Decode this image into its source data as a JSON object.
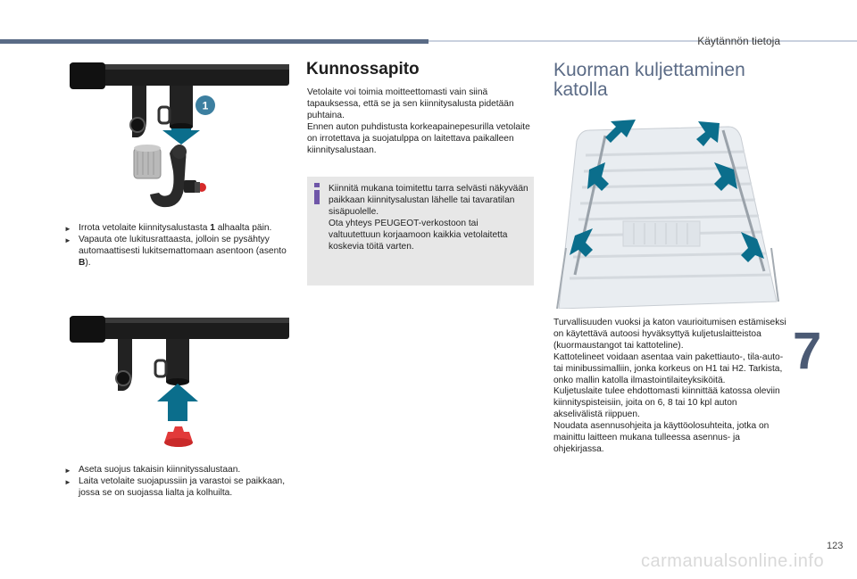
{
  "header": {
    "section_title": "Käytännön tietoja",
    "chapter_number": "7",
    "page_number": "123"
  },
  "footer": {
    "watermark": "carmanualsonline.info"
  },
  "left_column": {
    "figure1_callout": "1",
    "bullets1": [
      {
        "before": "Irrota vetolaite kiinnitysalustasta ",
        "bold": "1",
        "after": " alhaalta päin."
      },
      {
        "before": "Vapauta ote lukitusrattaasta, jolloin se pysähtyy automaattisesti lukitsemattomaan asentoon (asento ",
        "bold": "B",
        "after": ")."
      }
    ],
    "bullets2": [
      "Aseta suojus takaisin kiinnityssalustaan.",
      "Laita vetolaite suojapussiin ja varastoi se paikkaan, jossa se on suojassa lialta ja kolhuilta."
    ]
  },
  "middle_column": {
    "title": "Kunnossapito",
    "paragraphs": [
      "Vetolaite voi toimia moitteettomasti vain siinä tapauksessa, että se ja sen kiinnitysalusta pidetään puhtaina.",
      "Ennen auton puhdistusta korkeapainepesurilla vetolaite on irrotettava ja suojatulppa on laitettava paikalleen kiinnitysalustaan."
    ],
    "info_box": [
      "Kiinnitä mukana toimitettu tarra selvästi näkyvään paikkaan kiinnitysalustan lähelle tai tavaratilan sisäpuolelle.",
      "Ota yhteys PEUGEOT-verkostoon tai valtuutettuun korjaamoon kaikkia vetolaitetta koskevia töitä varten."
    ]
  },
  "right_column": {
    "title_line1": "Kuorman kuljettaminen",
    "title_line2": "katolla",
    "paragraphs": [
      "Turvallisuuden vuoksi ja katon vaurioitumisen estämiseksi on käytettävä autoosi hyväksyttyä kuljetuslaitteistoa (kuormaustangot tai kattoteline).",
      "Kattotelineet voidaan asentaa vain pakettiauto-, tila-auto- tai minibussimalliin, jonka korkeus on H1 tai H2. Tarkista, onko mallin katolla ilmastointilaiteyksiköitä.",
      "Kuljetuslaite tulee ehdottomasti kiinnittää katossa oleviin kiinnityspisteisiin, joita on 6, 8 tai 10 kpl auton akselivälistä riippuen.",
      "Noudata asennusohjeita ja käyttöolosuhteita, jotka on mainittu laitteen mukana tulleessa asennus- ja ohjekirjassa."
    ]
  },
  "colors": {
    "accent_blue": "#5b6b86",
    "arrow_blue": "#0b6e8c",
    "callout_blue": "#3c7fa0",
    "info_bg": "#e7e7e7",
    "cap_red": "#e23a3a"
  }
}
